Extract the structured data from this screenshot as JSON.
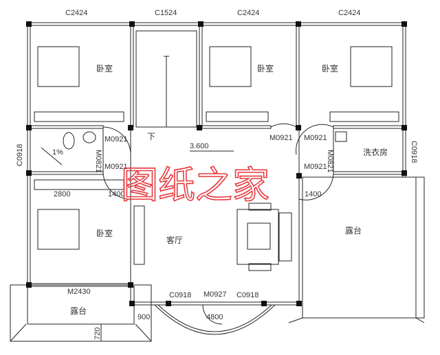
{
  "windows_top": [
    "C2424",
    "C1524",
    "C2424",
    "C2424"
  ],
  "rooms": {
    "bedroom_1": "卧室",
    "bedroom_2": "卧室",
    "bedroom_3": "卧室",
    "bedroom_4": "卧室",
    "laundry": "洗衣房",
    "living": "客厅",
    "terrace_right": "露台",
    "terrace_left": "露台"
  },
  "doors": {
    "m0921_a": "M0921",
    "m0921_b": "M0921",
    "m0921_c": "M0921",
    "m0921_d": "M0921",
    "m0921_e": "M0921",
    "m0821_a": "M0821",
    "m0821_b": "M0821",
    "m2430": "M2430",
    "m0927": "M0927"
  },
  "windows_side": {
    "left": "C0918",
    "right": "C0918",
    "bottom_a": "C0918",
    "bottom_b": "C0918"
  },
  "annotations": {
    "slope": "1%",
    "stair_down": "下",
    "elevation": "3.600"
  },
  "dimensions": {
    "d2800": "2800",
    "d1400_a": "1400",
    "d1400_b": "1400",
    "d900": "900",
    "d720": "720",
    "d4800": "4800"
  },
  "watermark": "图纸之家",
  "colors": {
    "watermark": "#e8383d",
    "lines": "#222222"
  }
}
